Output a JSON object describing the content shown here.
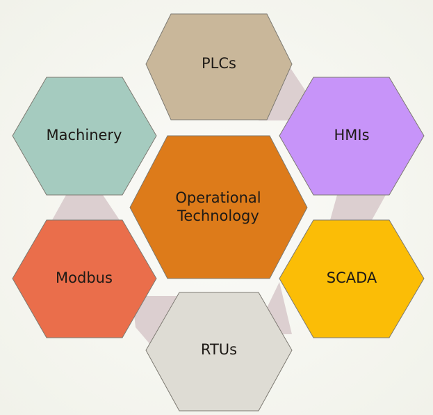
{
  "diagram": {
    "center": {
      "label_line1": "Operational",
      "label_line2": "Technology",
      "color": "#dd7b1a"
    },
    "nodes": [
      {
        "id": "plcs",
        "label": "PLCs",
        "color": "#c9b79a"
      },
      {
        "id": "hmis",
        "label": "HMIs",
        "color": "#c794f9"
      },
      {
        "id": "scada",
        "label": "SCADA",
        "color": "#fbbd06"
      },
      {
        "id": "rtus",
        "label": "RTUs",
        "color": "#dedcd4"
      },
      {
        "id": "modbus",
        "label": "Modbus",
        "color": "#ea6e4b"
      },
      {
        "id": "machinery",
        "label": "Machinery",
        "color": "#a5cbbf"
      }
    ],
    "connector_color": "#dccfd0"
  }
}
